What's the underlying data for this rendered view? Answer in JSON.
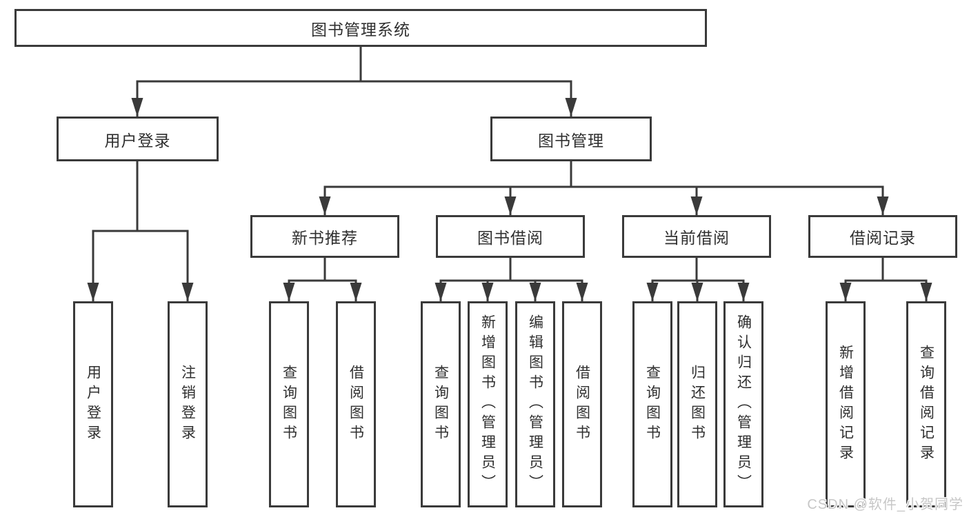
{
  "diagram": {
    "title": "图书管理系统",
    "colors": {
      "line": "#3a3a3a",
      "box_border": "#3a3a3a",
      "text": "#2f2f2f",
      "background": "#ffffff",
      "watermark": "#c7c7c7"
    },
    "tree": {
      "root": {
        "label": "图书管理系统"
      },
      "branches": [
        {
          "label": "用户登录",
          "leaves": [
            {
              "label": "用户登录"
            },
            {
              "label": "注销登录"
            }
          ]
        },
        {
          "label": "图书管理",
          "groups": [
            {
              "label": "新书推荐",
              "leaves": [
                {
                  "label": "查询图书"
                },
                {
                  "label": "借阅图书"
                }
              ]
            },
            {
              "label": "图书借阅",
              "leaves": [
                {
                  "label": "查询图书"
                },
                {
                  "label": "新增图书（管理员）"
                },
                {
                  "label": "编辑图书（管理员）"
                },
                {
                  "label": "借阅图书"
                }
              ]
            },
            {
              "label": "当前借阅",
              "leaves": [
                {
                  "label": "查询图书"
                },
                {
                  "label": "归还图书"
                },
                {
                  "label": "确认归还（管理员）"
                }
              ]
            },
            {
              "label": "借阅记录",
              "leaves": [
                {
                  "label": "新增借阅记录"
                },
                {
                  "label": "查询借阅记录"
                }
              ]
            }
          ]
        }
      ]
    },
    "watermark": "CSDN @软件_小贺同学"
  }
}
